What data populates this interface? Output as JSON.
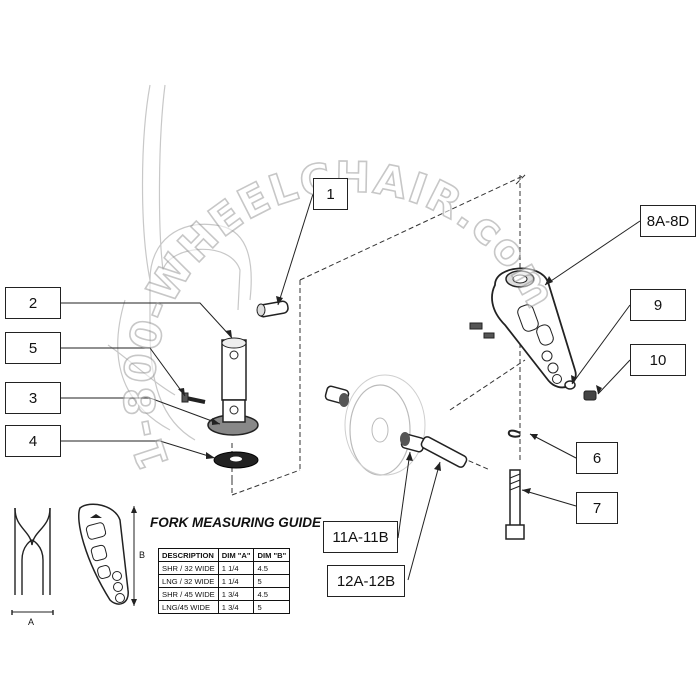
{
  "watermark": {
    "line1": "1-800-",
    "line2": "WHEELCHAIR",
    "line3": ".com"
  },
  "callouts": [
    {
      "id": "c1",
      "label": "1"
    },
    {
      "id": "c2",
      "label": "2"
    },
    {
      "id": "c5",
      "label": "5"
    },
    {
      "id": "c3",
      "label": "3"
    },
    {
      "id": "c4",
      "label": "4"
    },
    {
      "id": "c8",
      "label": "8A-8D"
    },
    {
      "id": "c9",
      "label": "9"
    },
    {
      "id": "c10",
      "label": "10"
    },
    {
      "id": "c6",
      "label": "6"
    },
    {
      "id": "c7",
      "label": "7"
    },
    {
      "id": "c11",
      "label": "11A-11B"
    },
    {
      "id": "c12",
      "label": "12A-12B"
    }
  ],
  "guide": {
    "title": "FORK MEASURING GUIDE",
    "dim_a_label": "A",
    "dim_b_label": "B",
    "headers": [
      "DESCRIPTION",
      "DIM \"A\"",
      "DIM \"B\""
    ],
    "rows": [
      [
        "SHR / 32 WIDE",
        "1 1/4",
        "4.5"
      ],
      [
        "LNG / 32 WIDE",
        "1 1/4",
        "5"
      ],
      [
        "SHR / 45 WIDE",
        "1 3/4",
        "4.5"
      ],
      [
        "LNG/45 WIDE",
        "1 3/4",
        "5"
      ]
    ]
  }
}
